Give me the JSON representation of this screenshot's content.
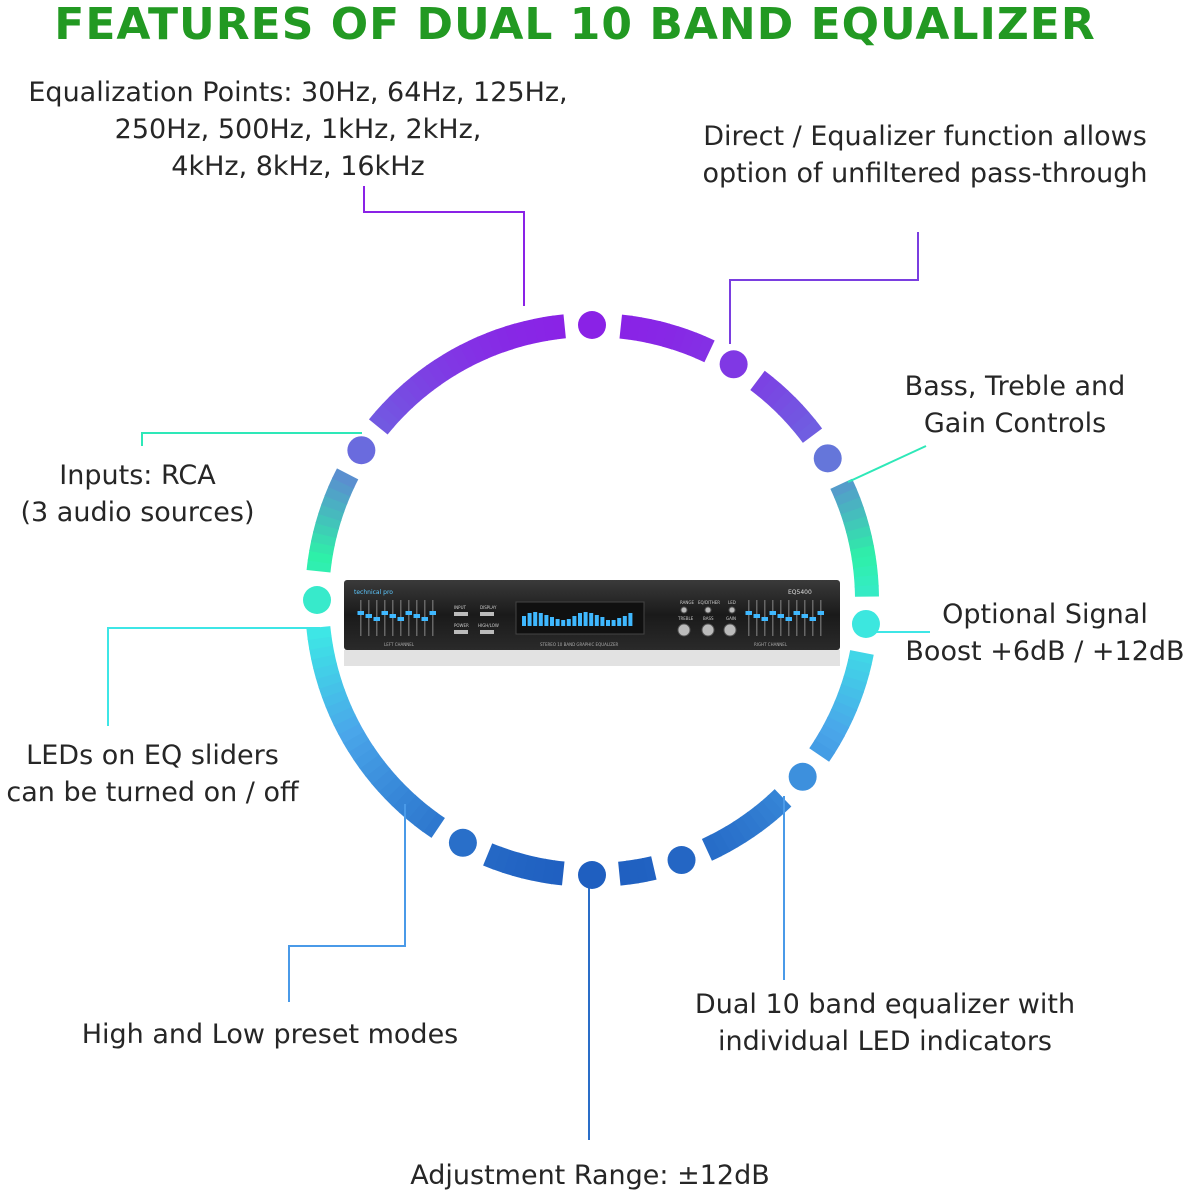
{
  "title": "FEATURES OF  DUAL 10 BAND EQUALIZER",
  "features": {
    "eq_points": [
      "Equalization Points: 30Hz, 64Hz, 125Hz,",
      "250Hz, 500Hz, 1kHz, 2kHz,",
      "4kHz, 8kHz, 16kHz"
    ],
    "direct_eq": [
      "Direct / Equalizer function allows",
      "option of unfiltered pass-through"
    ],
    "bass_treble": [
      "Bass, Treble and",
      "Gain Controls"
    ],
    "inputs": [
      "Inputs: RCA",
      "(3 audio sources)"
    ],
    "signal_boost": [
      "Optional Signal",
      "Boost +6dB / +12dB"
    ],
    "leds": [
      "LEDs on EQ sliders",
      "can be turned on / off"
    ],
    "presets": [
      "High and Low preset modes"
    ],
    "dual_band": [
      "Dual 10 band equalizer with",
      "individual LED indicators"
    ],
    "adjustment": [
      "Adjustment Range: ±12dB"
    ]
  },
  "colors": {
    "title": "#229922",
    "purple": "#8a2be2",
    "teal": "#2ee8b8",
    "blue": "#2a6ec8"
  },
  "device": {
    "brand": "technical pro",
    "model": "EQ5400",
    "left_label": "LEFT CHANNEL",
    "right_label": "RIGHT CHANNEL",
    "center_label": "STEREO 10 BAND GRAPHIC EQUALIZER",
    "knobs": [
      "TREBLE",
      "BASS",
      "GAIN"
    ],
    "buttons": [
      "INPUT",
      "DISPLAY",
      "POWER",
      "HIGH/LOW"
    ],
    "switch_labels": [
      "RANGE",
      "EQ/DITHER",
      "LED"
    ]
  }
}
